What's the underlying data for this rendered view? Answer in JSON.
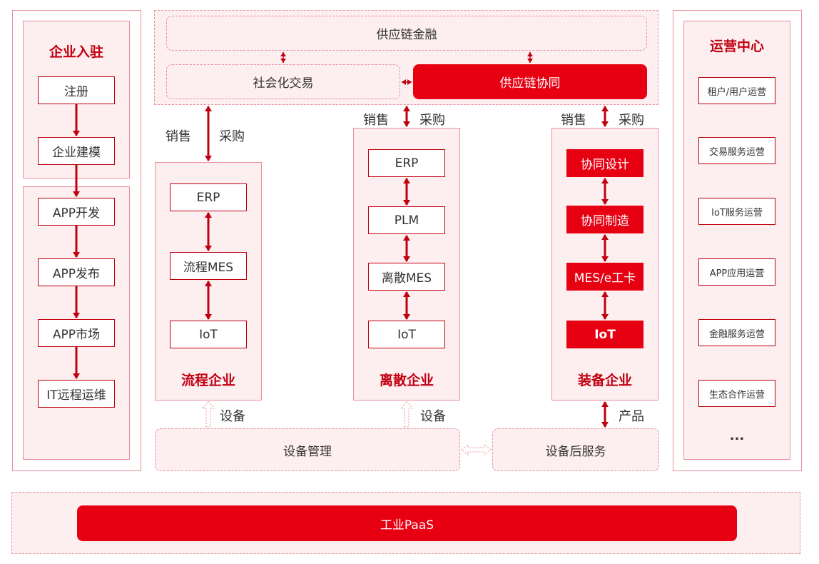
{
  "left": {
    "title": "企业入驻",
    "register": "注册",
    "modeling": "企业建模",
    "app_dev": "APP开发",
    "app_publish": "APP发布",
    "app_market": "APP市场",
    "it_ops": "IT远程运维"
  },
  "top": {
    "supply_finance": "供应链金融",
    "social_trade": "社会化交易",
    "supply_collab": "供应链协同"
  },
  "labels": {
    "sales": "销售",
    "purchase": "采购",
    "equipment": "设备",
    "product": "产品"
  },
  "process": {
    "title": "流程企业",
    "erp": "ERP",
    "mes": "流程MES",
    "iot": "IoT"
  },
  "discrete": {
    "title": "离散企业",
    "erp": "ERP",
    "plm": "PLM",
    "mes": "离散MES",
    "iot": "IoT"
  },
  "equipment_co": {
    "title": "装备企业",
    "design": "协同设计",
    "mfg": "协同制造",
    "mes": "MES/e工卡",
    "iot": "IoT"
  },
  "bottom": {
    "device_mgmt": "设备管理",
    "after_service": "设备后服务",
    "paas": "工业PaaS"
  },
  "ops": {
    "title": "运营中心",
    "items": [
      "租户/用户运营",
      "交易服务运营",
      "IoT服务运营",
      "APP应用运营",
      "金融服务运营",
      "生态合作运营"
    ],
    "more": "..."
  },
  "colors": {
    "accent": "#e60012",
    "dark_red": "#c0000f",
    "pink_bg": "#fdeef0",
    "border": "#e8909b"
  }
}
